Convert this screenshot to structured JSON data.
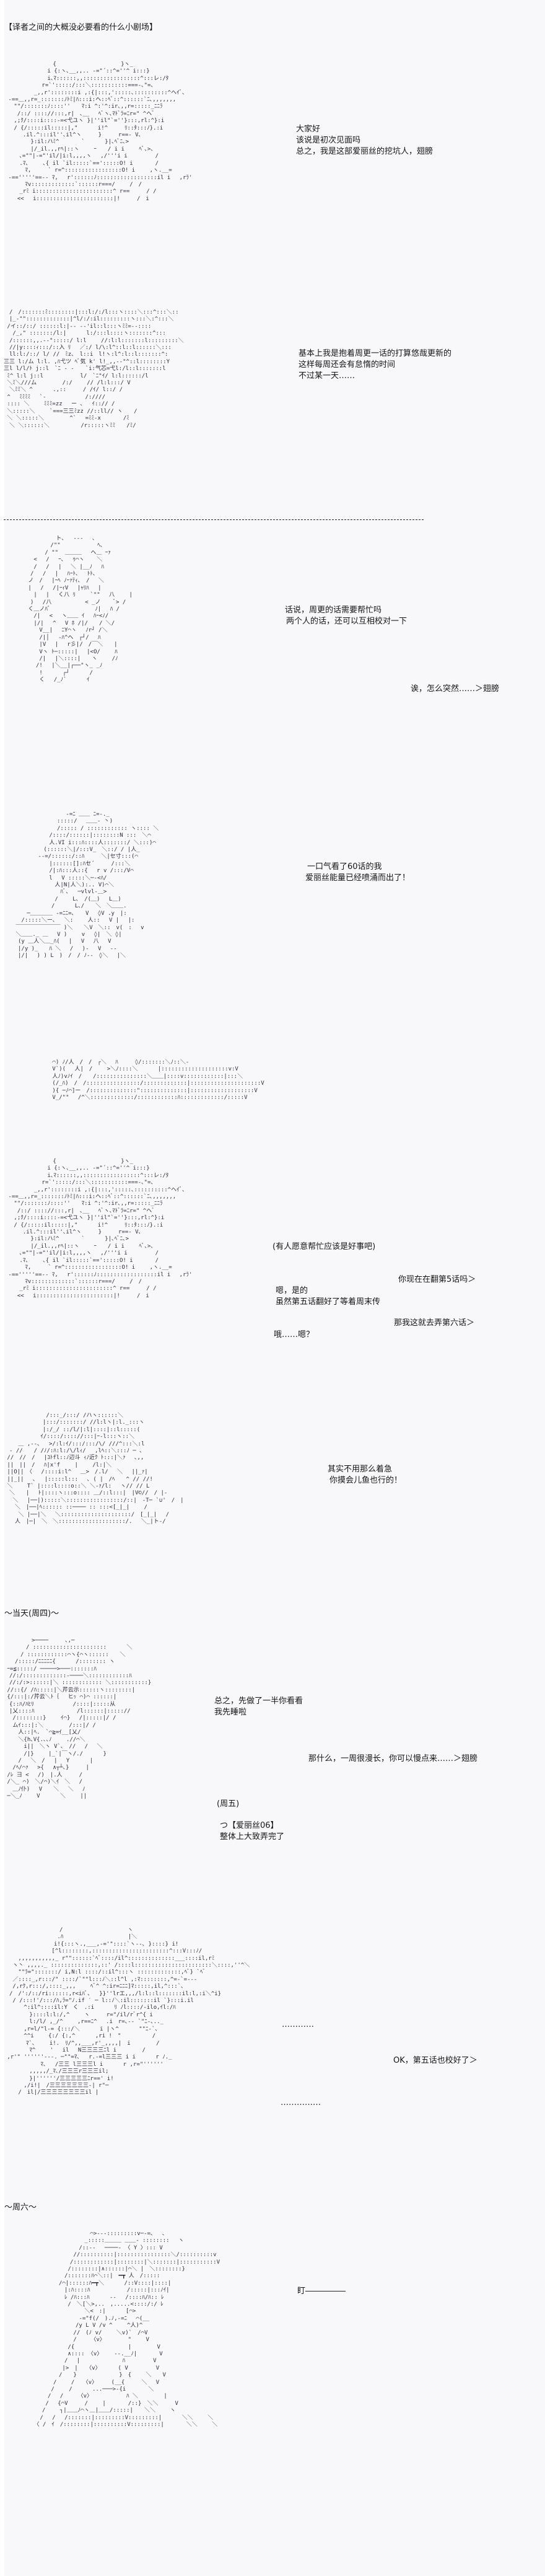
{
  "page": {
    "background": "#f8f8fa",
    "title": "【译者之间的大概没必要看的什么小剧场】"
  },
  "scenes": [
    {
      "id": "scene1",
      "lines": [
        "大家好",
        "该说是初次见面吗",
        "总之，我是这部爱丽丝的挖坑人，翅膀"
      ]
    },
    {
      "id": "scene2",
      "lines": [
        "基本上我是抱着周更一话的打算悠哉更新的",
        "这样每周还会有怠惰的时间",
        "不过某一天……"
      ]
    },
    {
      "id": "divider",
      "text": "―――――――――――――――――――――――――――――――――――――――――――――――――――――――――――――――"
    },
    {
      "id": "scene3",
      "lines": [
        "话说，周更的话需要帮忙吗",
        "两个人的话，还可以互相校对一下"
      ],
      "reply": "诶，怎么突然……＞翅膀"
    },
    {
      "id": "scene4",
      "lines": [
        "一口气看了60话的我",
        "爱丽丝能量已经喷涌而出了！"
      ]
    },
    {
      "id": "scene5",
      "aside": "(有人愿意帮忙应该是好事吧)",
      "q1": "你现在在翻第5话吗＞",
      "a1": [
        "嗯，是的",
        "虽然第五话翻好了等着周末传"
      ],
      "q2": "那我这就去弄第六话＞",
      "a2": "哦……嗯？"
    },
    {
      "id": "scene6",
      "lines": [
        "其实不用那么着急",
        "你摸会儿鱼也行的！"
      ]
    },
    {
      "id": "scene7",
      "heading": "～当天(周四)～",
      "lines": [
        "总之，先做了一半你看看",
        "我先睡啦"
      ],
      "reply": "那什么，一周很漫长，你可以慢点来……＞翅膀",
      "friday": "(周五)",
      "delivery": [
        "つ【爱丽丝06】",
        "整体上大致弄完了"
      ]
    },
    {
      "id": "scene8",
      "ellipsis1": "…………",
      "reply": "OK，第五话也校好了＞",
      "ellipsis2": "……………"
    },
    {
      "id": "scene9",
      "heading": "～周六～",
      "stare": "盯―――――"
    }
  ],
  "art": {
    "a1": " 　　　　　　　　{　　　　　　　　　　　 }ヽ_\n 　　　　　　　i {:ヽ､__,,.. -=\"´::^=''^ i:::}\n 　　　　　　　i､ﾏ::::::,,:::::::::::::::::^:::レ:/ﾀ\n 　　　　　　r=`':::::/:::＼:::::::::::===-､\"=､\n 　　　　 _,,r'::::::::i ,:{|:::,':::::､::::::::::^ヘｲﾞ､\n -==＿,,r=_:::::::ﾉﾄﾐ|ﾊ:::i:ヘ::ﾍﾞ::^::::::`ﾆ､,,,,,,,\n 　\"\"/:::::::ﾉ::::''　　ﾏ:i ^:'^:ir､,,r=:::::_ﾆﾆﾗ\n 　 /::/ :::://:::,r|　､__　 ﾍﾞヽ､ﾏﾄﾞﾗ=ﾆr=\" ^ヘﾞ\n 　,;ｸ/::::i::::-=<弋ユヽ }|''il\"`=''}:::,rl:^}:i\n 　/ {/:::::il:::::|,\"　　　 i!^　　　ﾘ::ﾀ:::ﾉ}.:i\n 　　 .il.^:::il''､il^ヽ　　　}　　　r==- V､\n 　　　　}:il:ハﾐ^　　　　`　　　 }|､ﾍﾞﾆ､>\n 　　　　|/_il.,,rﾍ|::ヽ　　 ｰ　　/ i i　　 ﾍﾞ､>､\n 　　､=\"\"|-=\"'il/|i:l,,,,ヽ　 ,/'''i i　　　　　/\n 　　.ﾏ､　　 ､{ il `il:::::`==':::::O! i　　　　/\n 　　　ﾏ,　　　` r=^:::::::::::::::::O! i　　 ,ヽ.__=\n -=='''''==-- ﾏ, 　r'::::::ﾉ::::::::::::::::::il i　 ,rﾗ'\n 　　　ﾏv:::::::::::::`::::::r===/　　 /　/\n 　　_rﾐ i:::::::::::::::::::::::^ r==　　　/ /\n 　 <<　 i:::::::::::::::::::::::|!　　　/　i",
    "a2": "　/　/:::::::ﾐ::::::::|:::l:/:/l:::ヽ::::＼:::^:::＼::\n　|_-\"\":::::::::::::|^l/:/:il:::::::::ヽ:::＼:^:::＼\n /イ::/::/ ::::::l:|-- --'il::l:::ヽﾐﾐ=--::::\n　 /_,\" :::::::/l:|　　　 l:/:::l::::ヽ:::::::^:::\n　/::::::,,.--\":::::/ l:l　　 //:l:l:::::::l:::::::::＼\n　//|y::::ｨ:::/::入 ﾘ　 ／:/ l/\\:l^::l::l::::::＼:::\n　ll:l:/::/ l/ //　ﾐz､　l::i　l!ヽ:l^:l::l:::::::^:\n三三 l:/ム l:l. ,ﾊ弋ツ ﾍﾞ気 k' l!_,,--\"^::l::::::::Y\n三l l/l/ﾄ j::l　`ﾆ - -　　`i:气芯=弋l:/l::l:::::::l\n ﾐ^ l:l j::l　　　　　　 l/　`ﾆ\"ｲ/ l:l::::::/l\n ＼ﾐ＼///ム　　　　 /:/　　 // /l:l:::/ V\n　＼ﾐﾐ＼ ^　　　 .,::　　　/ /ｲ/ l::/ /\n ^　 ﾐﾐﾐﾐ　 `-　　　　　　　/:////\n :::: ＼　　 ﾐﾐﾐ=zz　 ー ､　 ｲ::// /\n ＼:::::＼　　 `===三三ﾐzz //::ll// ヽ　　/\n ＼ ＼:::::＼　　　　 ^`　 =ﾐﾐ-x　　　　/ﾐ\n　＼ ＼::::::＼　　　　　 /r:::::ヽﾐﾐ　　/ﾐ/",
    "a3": "　　　　　 ト､　 ---　 ､\n　　　　 /\"\"　　　　　　 ﾍ､\n　　　 / \"\"  ＿＿＿ 　ヘ＿ ｰｧ\n　 < 　/　 ｰ､　 ｩ⌒ヽ 　 ＼\n　 /　 /　 |　 ＼ |__ﾉ　 ﾊ\n　/　 /　 |　 ﾊｰﾄ､　 ﾄﾄ､\n ノ　/　 |ｰﾍ ﾉｰｧﾃｨ､　/　 ＼\n |　 /　 /|ｰｨV　 |ｬﾘﾊ　 |\n　 |　 |　 く八 ﾘ　　 `\"\"　 八　　 |\n　)　 /八　　　　　　< _ノ　　 ﾞ> /\n く＿ノﾊﾞ　　　　　　　　ﾉ|　 ﾊ /\n　 /|　 <　 ヽ＿＿ ｲ　 ﾊｰ<ﾉ/\n　 |/|　 ^　 V ﾎ /|/　　/ ＼/\n　　 V__|　 ﾆY⌒ヽ　 ﾉr┘ /＼\n　　 /|│　 -ﾊ^ヘ　┌┘/　 ﾊ\n　　 |V　 |　 r彡|/　/￣＼　　|\n　　 Vヽ ﾄ─:::::|　 |<O/　　 ﾊ\n　　 /|　 |＼::::|　　ヽ　　 /ﾉ\n　　/!　 |＼__|┌──\"ヽ_ _ﾉ\n　　 !　　 　┌┘　　　 /\n　　 く　 /_ﾉ`　　　 ｲ",
    "a4": "　　　　　　　　　 -=ﾆ ＿＿ ﾆ=-._\n　　　　　　　　:::::/　 ＿＿- 丶)\n　　　　　　　　/::::: / :::::::::::: ヽ:::: ＼\n　　　　　　 /::::/::::::|::::::::N :::　＼⌒\n　　　　　　 人.VI i:::ﾊ::::人:::::::/ ＼:::)⌒\n　　　　　 (::::::＼|/:::V_　＼::/ / |人_\n　　　　 --=/::::::/::ﾊ　　　＼|セ寸:::(⌒\n　　　　　　 |::::::[]:ﾊセ´　　　/:::＼\n　　　　　　 /|:ﾊ:::人::{　 r v /:::/V⌒\n　　　　　　 l　 V :::::＼─-<ﾊ/\n　　　　　　　 人|N|人＼):.. V)⌒＼\n　　　　　　　　 ﾊﾞ､　 ─vlvl-＿>\n　　　　　　 　/　　 L､　/(＿)　 L＿)\n　　　　　　　/　　　 L､/　　＼　＼＿＿.\n　　 ─＿＿＿＿ -=ﾆﾆ=､　　V　 ◊V .y　|:\n　 /:::::＼ー､　 ＼:　　 人::　 V |　 |:\n ￣￣￣￣￣￣￣￣ )＼　　＼V　＼::　v(　:　 v\n ＼＿＿._ ＿　 V )　　 v　 ◊|　＼ ◊|\n　(y ＿人＼＿_ﾊ(　 |　 V　 八　 V\n　|/y )_　　ﾊ ＼　 /　 )-　 V　 --\n　|/|　 ) ) L　)　/　/ ﾉ--　◊＼　 |＼",
    "a5": "　 ⌒) ﾉ/人　/　/　┌＼　 ﾊ　　　◊/:::::::＼ﾉ::＼-\n　 V`)(　 人|　/　　 >＼ﾉ::::＼　　　 |::::::::::::::::::::v:V\n　 人ﾉ)vﾉｲ　/　　/:::::::::::::::＼＿＿|::::v::::::::::::|:::＼\n　 (/_ﾊ)　/　/::::::::::::::::/:::::::::::::|:::::::::::::::::::::V\n　 ){ ─ﾉ⌒]ー　/::::::::::::::\"::::::::::::::|:::::::::::::::::::V\n　 V_/\"\"　 /^＼:::::::::::::/::::::::::::ﾊ:::::::::::::/:::::V",
    "a6": "　　　　　　　 /:::_/:::/ /ハヽ::::::＼\n　　　　　　　|:::/:::::::/ //l:lヽ|:l._:::ヽ\n　　　　　　　|:/_/ ::/l/|:l|::::|::l:::::(\n　　　　　　 ｲ/::::/:::://:::|ｰ-l:::ヽ::＼\n　　 ＿ ,--､　 >/:l:ｲ/:::/:::/\\/ ///^:::＼:l\n　- //　　/ /ﾉ/:ﾊ:l:/\\/lｨ/ 　,lﾍ::＼:::ﾉ ─ ､\n //　//　/　 |ﾕﾄfl::ﾉ辺斗 ｨﾉ近ｸ ﾄ:::|＼ｧ　 ､,,\n ||　||　/　 ﾊ|x'f　　 |　　 /l:|＼\n ||O||　〈　 /::::i:l^　 ＿>　/.l/　 ＼　 ||_ｧ|\n ||_||　 ､　 |:::::l:::　 ､ ( |　/ﾍ　　^ // //!\n ＼　　 T` |::::l::::o::＼ ＼-ｧ/l:　 ヽ// // L\n　＼　　|　 ﾄ|::::ヽ:::o:::: ＿/::l:::|　|V©//　/ |-\n　 ＼　 |──|):::::＼:::::::::::::::::/::|　-T─ `∪'　/　|\n　　＼　|──|ﾍ:::::: ::──── :: :::<[_|_|　　 /\n　　 ＼ |──|＼　 ＼:::::::::::::::::::::/　[_|_|　 /\n　　人　|─|　＼　＼::::::::::::::::::::/.　 ＼_|ト-/",
    "a7": "　　　　　>────　　　､,─\n　　　　/ ::::::::::::::::::::::　　　 ＼\n　　　/ ::::::::::::⌒ヽ{⌒ヽ::::::　　＼\n　　/:::::/ﾆﾆﾆﾆﾆ{　　　 /:::::::: ヽ\n ｰ=≦:::::/ ─────>───:::::::ﾊ\n　//:/:::::::::::::-────＼::::::::::::ﾊ\n　//:/:>::::::|＼ :::::::::::: ＼:::::::::::}\n //::{/ /ﾊ:::::|＼芹云示::::::ヽ::::::::|\n {/:::|:/芹云＼ﾄ｛　 ヒｯ ⌒)⌒ ::::::|\n　{::ﾊ/ﾊﾋﾘ　　　　　　　/::::|:::::从\n　|乂::::ﾊ　　　　　　　 /l::::::|::::://\n　 /::::::::}　　 ｲ⌒}　 /|:::::|/ /\n　 ムｲ:::|:＼　　　　 /:::|/ /\n　　 人::|ﾍ.　`⌒≧=ｲ__[乂/\n　　 ＼{h､V{.､､ﾉ　　 .//⌒＼\n　　　 i||　＼ヽ V`､　//　 /　 ＼\n　　　 /|}　　 |_`|￣ヽ/./　　　 }\n　　 /　 ＼　/　 |　 Y　　　 |\n　 /ﾍ/⌒ｧ　 >{　 ∧┬┴､}　　　|\n /ﾚ 彐 <　 /)　|.人　　　/\n /＼_ ⌒)　＼/⌒)＼ｲ　＼　 /\n　 ＿ﾉ仆)　 V　　＼　 ＼　 ﾉ\n ─＼_ﾉ　　 V　　　 ＼　　 ||",
    "a8": "　　　　　　　　　　/　　　　　　　　　　　 ヽ\n　　　　　　　　　 .ﾊ　　　　　　　　　　　 |＼\n　　　　　　　　　i!{:::ヽ.,___,-='\"::::`ヽ--､ }::::} i!\n　　　　　　　　 [^l::::::::,:::::::::::::::::::::::^:::V:::ﾉ/\n　　 ,,,,,,,,,,,_ r\"\"::::::`ﾍﾞ::::/il^::::::::::::::___::::il,rﾐ\n　 ヽ丶 ,,,,._ ::::::::::::::,::' /::::l:::::::::::::::::::::::＼::::,''^＼\n　　 \"\"ﾗ=\":::::::/ i,N:l ::::/::il^:::ヽ :::::::::::::,ﾍﾞ} `ﾍﾞ\n　 ／::::_,r:::/\" ::::/`\"\"l:::ﾉ＼::l^l ,:ﾏ::::::::,^=-`=---\n　 /,rｸ,r:::/,::::_,,,　　 ﾍﾞ^ ^:ir=ﾆﾆﾆ]ﾏ:::::,il,^:::`､\n　/　/':/::/ri::::::,r<iﾊﾞ､　 }}''lrエ,,,/l:l::l:::::::il:l,:i＼^i}\n　 / /:::!'/:::/ﾊ,ﾗ=\"ﾉ.if ′ ─ l::ﾉ＼:il:::::::il `}:::i.il\n　　　 ^:il^::::il:Y　く　.:i　　　 ﾘ ﾉl::::/-ilo,ｲl:/ﾊ\n　　　　 }::::l:l:/,^　　 ヽ　　　r=\"/il/rﾞr^{ i\n　　　　 l:/l/ ,_/^　　 ,r==ﾆ^　 .i　r=､-- `\"ﾆ-､.._\n　　　 ,r=l/\"l-= {:::/＼　　　 i |ヽ^　　　 \"\"ﾆ-`､\n　　　 ^^i　　 {:/ {:,^　　　 ,ri !　\"　　　　　 /\n　　　　ﾏ`､　　 i!.　ﾘ/^,,___,r'_,,,,|　i　　　　 /\n　　　　 ﾏ^　　 '　 il　 N三三三三ﾆl i　　　　 /\n ,r'\" ''''''---. ─\"\"=ﾏ､　 r.-=l三三三 i i　　　 r ﾉ._\n　　　　　　 ﾏ､　 /三三 l三三三l i　　　 r ,r=\"''''''\n　　　　 ,,,,,/_ﾏ､/三三三r三三三il;\n　　　　 }|''''''/三三三三三ﾆr==' i!\n　　　 ,/i!|　/三三三三三三三-| r\"─\n　　 /　il|/三三三三三三三三il |",
    "a9": "　　　　　　　　　　 ⌒>---:::::::::v─-=､　 ､\n　　　　　　　　　 _:::::＿＿＿ ＿＿- ::::::::　 ヽ\n　　　　　　　　 /::--　 ────- 〈 Y 〉::: V\n　　　　　　　 //::::::::::|::::::::::::::::＼/::::::::::v\n　　　　　　　/::::::::::::|::::::::|＼:::::::|:::::::::::V\n　　　　　　 /::::::::|∧::::::|⌒＼ |　＼::::::::}\n　　　　　　/:::::::ﾊ⌒＼::|　━┳ 人　/:::::\n　　　　　/⌒|::::::ﾊ━┳＼　　　 /::V::::|::::|\n　　　　　　|:ﾊ::::ﾊ　　　　　　 /:::::|:::ﾉｲ|\n　　　　　　ﾚ /ﾊ:::ﾊ　　　 --　 /::::ﾊ/ﾊ:: ﾚ\n　　　　　　 /　＼[＼>,..　,.....<::::/:/ ﾚ\n　　　　　　　　　 ＼<　:|　　　 [⌒>\n　　　　　　　　 -=\"f(/　).ﾉ,-=ﾆ　 ⌒(__\n　　　　　　　　/y L V /v ^　　 ^人)^\n　　　　　　　 //　(ﾉ v/　　 ＼v)`　/⌒V\n　　　　　　　 /　　　〈v〉　　　　 \"　　 V\n　　　　　　 /{　　　　　　　　　 |　　　　 V\n　　　　　　 ∧:::: 〈v〉　　 --.__ﾉ|　　　　V\n　　　　　　/　 |　　　　　　　 ﾊ　　　　　V\n　　　　　 |>　|　　〈v〉　　　 ( V　　　　　V\n　　　　　/　　}　　　　　　　 }　{　　 ＼　　V\n　　　　/　　 /　　〈v〉　　　(__{　　　＼　 V\n　　　 /　　 /　　　 ...───>-{i　　　　＼\n　　　/　 /　　 〈v〉　　　　　　 ﾊ ＼　　　　 |\n　　 /　 {⌒V　　　/　　 |　　　　/::}　＼＼　　　V\n　　/　　 ┐|＿＿ﾉ⌒ヽ＿|＿＿/:::::|　　＼＼　　 ヽ\n　 /　 /　 /:::::::|:::::::::V:::::::::|　　　 ＼＼　　 ＼\n　〈 /　ｲ　/::::::::|::::::::::V:::::::::|　　　　＼＼　　 ＼"
  }
}
